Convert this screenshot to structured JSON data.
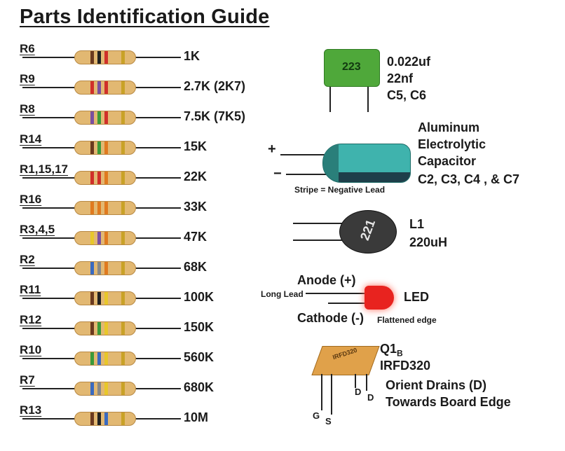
{
  "title": "Parts Identification Guide",
  "resistors": [
    {
      "ref": "R6",
      "value": "1K",
      "bands": [
        "#6b3a1f",
        "#222222",
        "#d0302a"
      ]
    },
    {
      "ref": "R9",
      "value": "2.7K (2K7)",
      "bands": [
        "#d0302a",
        "#7a4fa0",
        "#d0302a"
      ]
    },
    {
      "ref": "R8",
      "value": "7.5K (7K5)",
      "bands": [
        "#7a4fa0",
        "#3a9a3a",
        "#d0302a"
      ]
    },
    {
      "ref": "R14",
      "value": "15K",
      "bands": [
        "#6b3a1f",
        "#3a9a3a",
        "#e07a1f"
      ]
    },
    {
      "ref": "R1,15,17",
      "value": "22K",
      "bands": [
        "#d0302a",
        "#d0302a",
        "#e07a1f"
      ]
    },
    {
      "ref": "R16",
      "value": "33K",
      "bands": [
        "#e07a1f",
        "#e07a1f",
        "#e07a1f"
      ]
    },
    {
      "ref": "R3,4,5",
      "value": "47K",
      "bands": [
        "#e8c72a",
        "#7a4fa0",
        "#e07a1f"
      ]
    },
    {
      "ref": "R2",
      "value": "68K",
      "bands": [
        "#3a6ac0",
        "#888888",
        "#e07a1f"
      ]
    },
    {
      "ref": "R11",
      "value": "100K",
      "bands": [
        "#6b3a1f",
        "#222222",
        "#e8c72a"
      ]
    },
    {
      "ref": "R12",
      "value": "150K",
      "bands": [
        "#6b3a1f",
        "#3a9a3a",
        "#e8c72a"
      ]
    },
    {
      "ref": "R10",
      "value": "560K",
      "bands": [
        "#3a9a3a",
        "#3a6ac0",
        "#e8c72a"
      ]
    },
    {
      "ref": "R7",
      "value": "680K",
      "bands": [
        "#3a6ac0",
        "#888888",
        "#e8c72a"
      ]
    },
    {
      "ref": "R13",
      "value": "10M",
      "bands": [
        "#6b3a1f",
        "#222222",
        "#3a6ac0"
      ]
    }
  ],
  "capacitor_ceramic": {
    "code": "223",
    "line1": "0.022uf",
    "line2": "22nf",
    "line3": "C5, C6",
    "color": "#4fa83a"
  },
  "capacitor_electrolytic": {
    "line1": "Aluminum",
    "line2": "Electrolytic",
    "line3": "Capacitor",
    "line4": "C2, C3, C4 , & C7",
    "plus": "+",
    "minus": "−",
    "stripe_note": "Stripe = Negative Lead",
    "color": "#3fb3ad"
  },
  "inductor": {
    "code": "221",
    "line1": "L1",
    "line2": "220uH",
    "color": "#3a3a3a"
  },
  "led": {
    "anode": "Anode (+)",
    "cathode": "Cathode (-)",
    "long_lead": "Long Lead",
    "flat_edge": "Flattened edge",
    "label": "LED",
    "color": "#e8231f"
  },
  "mosfet": {
    "ref": "Q1",
    "sub": "B",
    "part": "IRFD320",
    "line1": "Orient Drains (D)",
    "line2": "Towards Board Edge",
    "pin_g": "G",
    "pin_s": "S",
    "pin_d1": "D",
    "pin_d2": "D",
    "marking": "IRFD320",
    "color": "#e0a14a"
  }
}
